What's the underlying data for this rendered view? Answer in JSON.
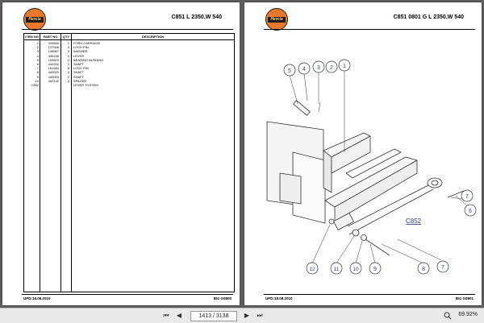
{
  "left_page": {
    "title": "C851 L 2350,W 540",
    "logo_text": "Hercia",
    "table_headers": {
      "item": "ITEM NO",
      "part": "PART NO",
      "qty": "QTY",
      "desc": "DESCRIPTION"
    },
    "rows": [
      {
        "item": "1",
        "part": "415650",
        "qty": "1",
        "desc": "FORK CARRIAGE"
      },
      {
        "item": "2",
        "part": "127096",
        "qty": "4",
        "desc": "LOCK PIN"
      },
      {
        "item": "3",
        "part": "108067",
        "qty": "4",
        "desc": "WASHER"
      },
      {
        "item": "4",
        "part": "435156",
        "qty": "2",
        "desc": "LEVER"
      },
      {
        "item": "5",
        "part": "109823",
        "qty": "2",
        "desc": "BEARING BUSHING"
      },
      {
        "item": "6",
        "part": "440332",
        "qty": "2",
        "desc": "SHAFT"
      },
      {
        "item": "7",
        "part": "161284",
        "qty": "8",
        "desc": "LOCK PIN"
      },
      {
        "item": "8",
        "part": "440029",
        "qty": "2",
        "desc": "SHAFT"
      },
      {
        "item": "9",
        "part": "440029",
        "qty": "2",
        "desc": "SHAFT"
      },
      {
        "item": "10",
        "part": "440142",
        "qty": "2",
        "desc": "SPACER"
      },
      {
        "item": "C852",
        "part": "",
        "qty": "",
        "desc": "LEVER SYSTEM"
      }
    ],
    "footer_left": "UPD:18.08.2010",
    "footer_right": "851 G0800"
  },
  "right_page": {
    "title": "C851 0801 G  L 2350,W 540",
    "logo_text": "Hercia",
    "callouts": {
      "c1": "1",
      "c2": "2",
      "c3": "3",
      "c4": "4",
      "c5": "5",
      "c6": "6",
      "c7a": "7",
      "c7b": "7",
      "c8": "8",
      "c9": "9",
      "c10": "10",
      "c11": "11",
      "c12": "12"
    },
    "assembly_label": "C852",
    "footer_left": "UPD:18.08.2010",
    "footer_right": "851 G0801"
  },
  "toolbar": {
    "page_indicator": "1413 / 3138",
    "zoom": "69.92%"
  },
  "colors": {
    "logo_orange": "#e8792b",
    "callout_blue": "#2a3c8c",
    "background": "#5f5f5f"
  }
}
